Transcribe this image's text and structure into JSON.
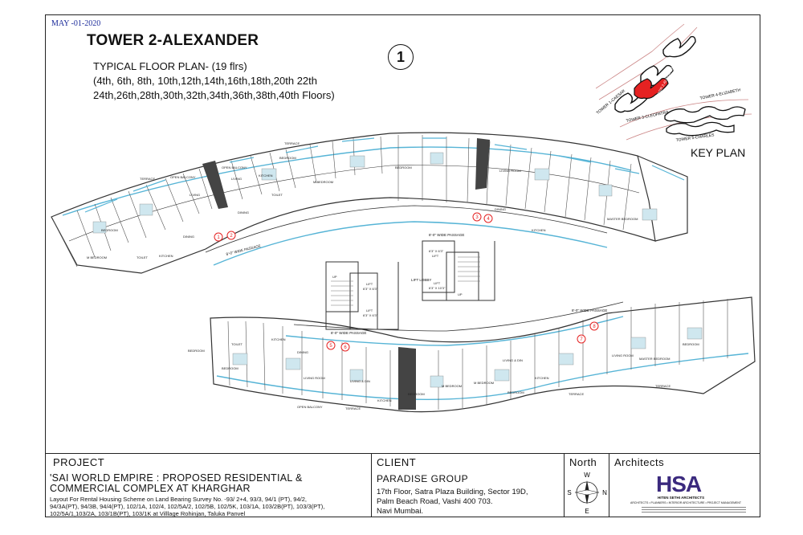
{
  "date": "MAY -01-2020",
  "title": "TOWER 2-ALEXANDER",
  "subtitle_lines": [
    "TYPICAL FLOOR PLAN- (19 flrs)",
    "(4th, 6th, 8th, 10th,12th,14th,16th,18th,20th 22th",
    "24th,26th,28th,30th,32th,34th,36th,38th,40th Floors)"
  ],
  "sheet_number": "1",
  "key_plan": {
    "label": "KEY PLAN",
    "towers": [
      "TOWER 1-CAESAR",
      "TOWER 2-ALEXANDER",
      "TOWER 3-CLEOPATRA",
      "TOWER 4-ELIZABETH",
      "TOWER 5-CHARLES"
    ]
  },
  "plan_labels": {
    "passage_top_left": "8'-0\" WIDE PASSAGE",
    "passage_top_center": "8'-0\" WIDE PASSAGE",
    "passage_bottom": "8'-0\" WIDE PASSAGE",
    "passage_right": "8'-0\" WIDE PASSAGE",
    "lift_lobby": "LIFT LOBBY",
    "lift": "LIFT",
    "lift_size_a": "6'3\" X 6'3\"",
    "lift_size_b": "6'3\" X 6'3\"",
    "lift_size_c": "6'3\" X 10'3\"",
    "up": "UP",
    "markers": [
      "1",
      "2",
      "3",
      "4",
      "5",
      "6",
      "7",
      "8"
    ],
    "rooms_top": [
      "M BEDROOM",
      "BEDROOM",
      "KITCHEN",
      "TOILET",
      "DINING",
      "LIVING",
      "TERRACE",
      "OPEN BALCONY",
      "M BEDROOM",
      "BEDROOM",
      "TOILET",
      "KITCHEN",
      "LIVING",
      "DINING",
      "TERRACE",
      "OPEN BALCONY",
      "BEDROOM",
      "MASTER BEDROOM",
      "KITCHEN",
      "LIVING ROOM",
      "DINING"
    ],
    "rooms_bottom": [
      "BEDROOM",
      "BEDROOM",
      "TOILET",
      "KITCHEN",
      "DINING",
      "LIVING ROOM",
      "OPEN BALCONY",
      "TERRACE",
      "LIVING & DIN",
      "KITCHEN",
      "BEDROOM",
      "M BEDROOM",
      "M BEDROOM",
      "BEDROOM",
      "KITCHEN",
      "LIVING & DIN",
      "TERRACE",
      "LIVING ROOM",
      "MASTER BEDROOM",
      "BEDROOM",
      "TERRACE"
    ]
  },
  "title_block": {
    "project_header": "PROJECT",
    "project_name_1": "'SAI WORLD EMPIRE : PROPOSED RESIDENTIAL &",
    "project_name_2": "COMMERCIAL COMPLEX AT KHARGHAR",
    "layout_text_1": "Layout For Rental Housing Scheme on Land Bearing Survey No. -93/ 2+4, 93/3, 94/1 (PT), 94/2,",
    "layout_text_2": "94/3A(PT), 94/3B, 94/4(PT), 102/1A, 102/4, 102/5A/2, 102/5B, 102/5K, 103/1A, 103/2B(PT), 103/3(PT),",
    "layout_text_3": "102/5A/1,103/2A, 103/1B(PT), 103/1K at Villlage Rohinjan, Taluka Panvel",
    "client_header": "CLIENT",
    "client_name": "PARADISE GROUP",
    "client_addr_1": "17th Floor, Satra Plaza Building, Sector 19D,",
    "client_addr_2": "Palm Beach Road, Vashi 400 703.",
    "client_addr_3": "Navi Mumbai.",
    "north_header": "North",
    "compass": {
      "n": "W",
      "e": "N",
      "s": "E",
      "w": "S"
    },
    "architects_header": "Architects",
    "logo": "HSA",
    "firm_name": "HITEN SETHI ARCHITECTS",
    "firm_tagline": "ARCHITECTS • PLANNERS • INTERIOR ARCHITECTURE • PROJECT MANAGEMENT"
  },
  "colors": {
    "accent": "#1a2a9a",
    "red": "#e52222",
    "blue_line": "#56b4d6",
    "dark": "#333333",
    "logo_purple": "#3b2a7e"
  }
}
